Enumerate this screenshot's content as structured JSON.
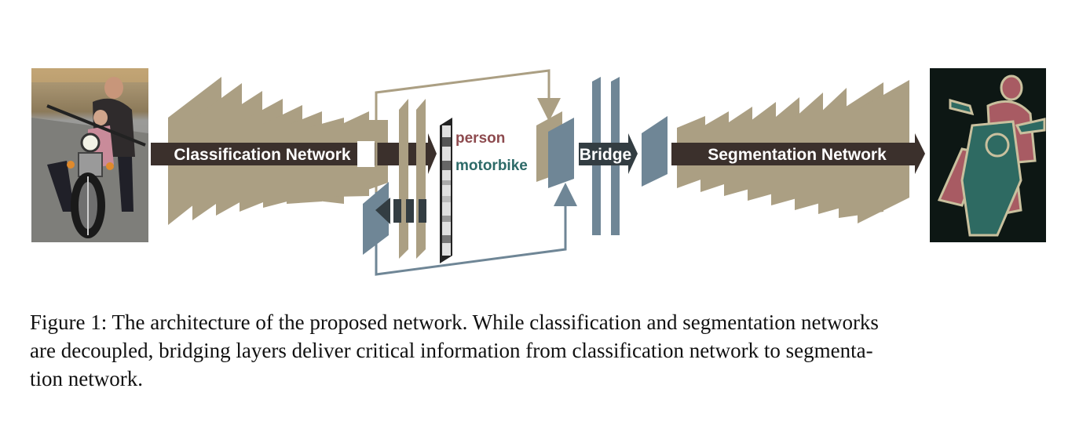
{
  "figure": {
    "labels": {
      "classification_network": "Classification Network",
      "segmentation_network": "Segmentation Network",
      "bridge": "Bridge",
      "class_person": "person",
      "class_motorbike": "motorbike"
    },
    "colors": {
      "tan": "#ab9f83",
      "slate": "#6f8696",
      "arrow_dark": "#3b302c",
      "arrow_bridge": "#333d42",
      "person_red": "#8d4a4e",
      "motorbike_teal": "#2d6a68",
      "seg_background": "#0d1714",
      "seg_person": "#a85b63",
      "seg_motorbike": "#2e6a62",
      "seg_outline": "#c9c09e"
    },
    "images": {
      "input_photo": "motorcycle-rider-photo",
      "segmentation_output": "segmentation-mask"
    }
  },
  "caption": {
    "lines": [
      "Figure 1: The architecture of the proposed network. While classification and segmentation networks",
      "are decoupled, bridging layers deliver critical information from classification network to segmenta-",
      "tion network."
    ]
  }
}
